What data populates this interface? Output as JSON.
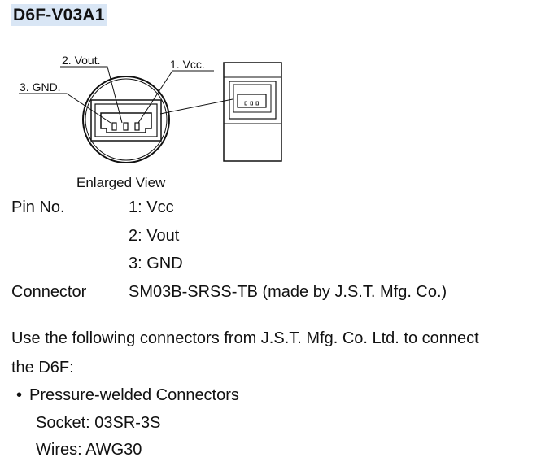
{
  "title": "D6F-V03A1",
  "diagram": {
    "pin_labels": {
      "vout": "2. Vout.",
      "vcc": "1. Vcc.",
      "gnd": "3. GND."
    },
    "caption": "Enlarged View"
  },
  "specs": {
    "pin_label": "Pin No.",
    "pins": [
      "1: Vcc",
      "2: Vout",
      "3: GND"
    ],
    "connector_label": "Connector",
    "connector_value": "SM03B-SRSS-TB (made by J.S.T. Mfg. Co.)"
  },
  "note": {
    "line1": "Use the following connectors from J.S.T. Mfg. Co. Ltd. to connect",
    "line2": "the D6F:"
  },
  "bullet": {
    "marker": "•",
    "heading": "Pressure-welded Connectors",
    "socket": "Socket: 03SR-3S",
    "wires": "Wires: AWG30"
  }
}
